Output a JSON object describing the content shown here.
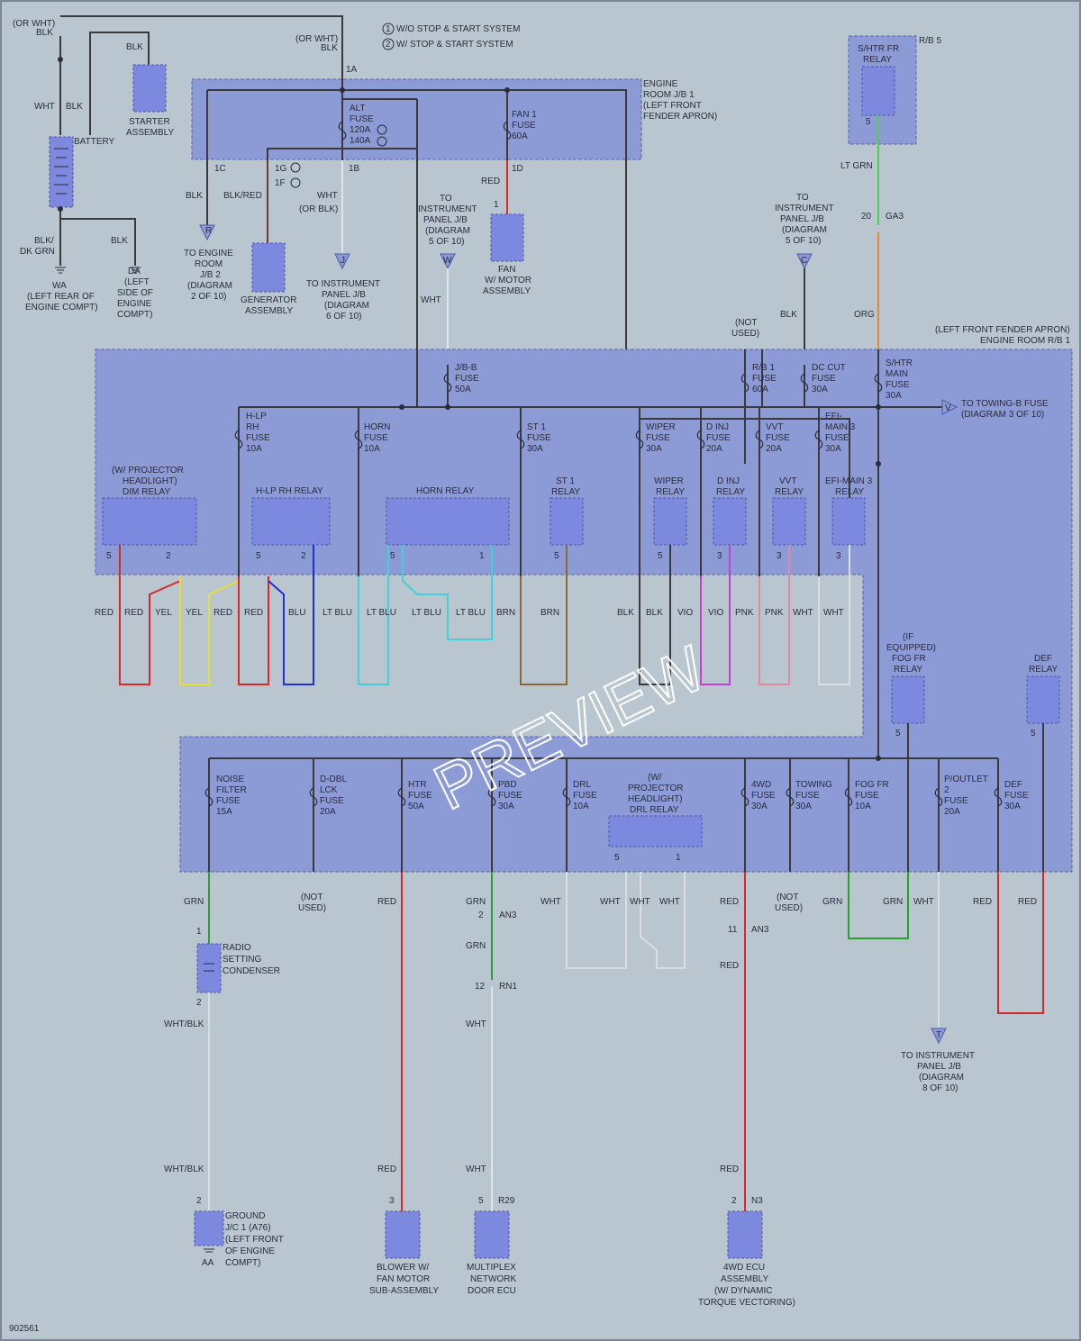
{
  "legend": {
    "opt1": "W/O STOP & START SYSTEM",
    "opt2": "W/ STOP & START SYSTEM"
  },
  "watermark": "PREVIEW",
  "doc_id": "902561",
  "top": {
    "or_wht_blk_left": [
      "(OR WHT)",
      "BLK"
    ],
    "or_wht_blk_mid": [
      "(OR WHT)",
      "BLK"
    ],
    "starter": [
      "STARTER",
      "ASSEMBLY"
    ],
    "battery": "BATTERY",
    "wht": "WHT",
    "blk": "BLK",
    "blk_dk_grn": [
      "BLK/",
      "DK GRN"
    ],
    "wa": [
      "WA",
      "(LEFT REAR OF",
      "ENGINE COMPT)"
    ],
    "da": [
      "DA",
      "(LEFT",
      "SIDE OF",
      "ENGINE",
      "COMPT)"
    ],
    "jb1_title": [
      "ENGINE",
      "ROOM J/B 1",
      "(LEFT FRONT",
      "FENDER APRON)"
    ],
    "alt_fuse": [
      "ALT",
      "FUSE",
      "120A",
      "140A"
    ],
    "fan1_fuse": [
      "FAN 1",
      "FUSE",
      "60A"
    ],
    "conn_1a": "1A",
    "conn_1c": "1C",
    "conn_1g": "1G",
    "conn_1f": "1F",
    "conn_1b": "1B",
    "conn_1d": "1D",
    "red": "RED",
    "blk_red": "BLK/RED",
    "wht_or_blk": [
      "WHT",
      "(OR BLK)"
    ],
    "to_engine_room": [
      "TO ENGINE",
      "ROOM",
      "J/B 2",
      "(DIAGRAM",
      "2 OF 10)"
    ],
    "generator": [
      "GENERATOR",
      "ASSEMBLY"
    ],
    "to_ip_jb_j": [
      "TO INSTRUMENT",
      "PANEL J/B",
      "(DIAGRAM",
      "6 OF 10)"
    ],
    "to_ip_jb_w": [
      "TO",
      "INSTRUMENT",
      "PANEL J/B",
      "(DIAGRAM",
      "5 OF 10)"
    ],
    "fan_motor": [
      "FAN",
      "W/ MOTOR",
      "ASSEMBLY"
    ],
    "pin1": "1",
    "shtr_relay": [
      "S/HTR FR",
      "RELAY"
    ],
    "rb5": "R/B 5",
    "lt_grn": "LT GRN",
    "ga3": "GA3",
    "pin20": "20",
    "to_ip_jb_c": [
      "TO",
      "INSTRUMENT",
      "PANEL J/B",
      "(DIAGRAM",
      "5 OF 10)"
    ],
    "org": "ORG",
    "not_used": [
      "(NOT",
      "USED)"
    ],
    "rb1_title": [
      "(LEFT FRONT FENDER APRON)",
      "ENGINE ROOM R/B 1"
    ]
  },
  "rb1": {
    "jbb_fuse": [
      "J/B-B",
      "FUSE",
      "50A"
    ],
    "rb1_fuse": [
      "R/B 1",
      "FUSE",
      "60A"
    ],
    "dccut_fuse": [
      "DC CUT",
      "FUSE",
      "30A"
    ],
    "shtr_fuse": [
      "S/HTR",
      "MAIN",
      "FUSE",
      "30A"
    ],
    "to_towing": [
      "TO TOWING-B FUSE",
      "(DIAGRAM 3 OF 10)"
    ],
    "hlp_fuse": [
      "H-LP",
      "RH",
      "FUSE",
      "10A"
    ],
    "horn_fuse": [
      "HORN",
      "FUSE",
      "10A"
    ],
    "st1_fuse": [
      "ST 1",
      "FUSE",
      "30A"
    ],
    "wiper_fuse": [
      "WIPER",
      "FUSE",
      "30A"
    ],
    "dinj_fuse": [
      "D INJ",
      "FUSE",
      "20A"
    ],
    "vvt_fuse": [
      "VVT",
      "FUSE",
      "20A"
    ],
    "efi_fuse": [
      "EFI-",
      "MAIN 3",
      "FUSE",
      "30A"
    ],
    "dim_relay": [
      "(W/ PROJECTOR",
      "HEADLIGHT)",
      "DIM RELAY"
    ],
    "hlp_relay": "H-LP RH RELAY",
    "horn_relay": "HORN RELAY",
    "st1_relay": [
      "ST 1",
      "RELAY"
    ],
    "wiper_relay": [
      "WIPER",
      "RELAY"
    ],
    "dinj_relay": [
      "D INJ",
      "RELAY"
    ],
    "vvt_relay": [
      "VVT",
      "RELAY"
    ],
    "efi_relay": [
      "EFI-MAIN 3",
      "RELAY"
    ],
    "wire_colors": [
      "RED",
      "RED",
      "YEL",
      "YEL",
      "RED",
      "RED",
      "BLU",
      "LT BLU",
      "LT BLU",
      "LT BLU",
      "LT BLU",
      "BRN",
      "BRN",
      "BLK",
      "BLK",
      "VIO",
      "VIO",
      "PNK",
      "PNK",
      "WHT",
      "WHT"
    ],
    "fog_relay": [
      "(IF",
      "EQUIPPED)",
      "FOG FR",
      "RELAY"
    ],
    "def_relay": [
      "DEF",
      "RELAY"
    ]
  },
  "lower": {
    "noise_fuse": [
      "NOISE",
      "FILTER",
      "FUSE",
      "15A"
    ],
    "ddbl_fuse": [
      "D-DBL",
      "LCK",
      "FUSE",
      "20A"
    ],
    "htr_fuse": [
      "HTR",
      "FUSE",
      "50A"
    ],
    "pbd_fuse": [
      "PBD",
      "FUSE",
      "30A"
    ],
    "drl_fuse": [
      "DRL",
      "FUSE",
      "10A"
    ],
    "drl_relay": [
      "(W/",
      "PROJECTOR",
      "HEADLIGHT)",
      "DRL RELAY"
    ],
    "4wd_fuse": [
      "4WD",
      "FUSE",
      "30A"
    ],
    "towing_fuse": [
      "TOWING",
      "FUSE",
      "30A"
    ],
    "fogfr_fuse": [
      "FOG FR",
      "FUSE",
      "10A"
    ],
    "poutlet_fuse": [
      "P/OUTLET",
      "2",
      "FUSE",
      "20A"
    ],
    "def_fuse": [
      "DEF",
      "FUSE",
      "30A"
    ],
    "grn": "GRN",
    "red": "RED",
    "wht": "WHT",
    "an3": "AN3",
    "rn1": "RN1",
    "radio": [
      "RADIO",
      "SETTING",
      "CONDENSER"
    ],
    "wht_blk": "WHT/BLK",
    "ground": [
      "GROUND",
      "J/C 1 (A76)",
      "(LEFT FRONT",
      "OF ENGINE",
      "COMPT)"
    ],
    "aa": "AA",
    "blower": [
      "BLOWER W/",
      "FAN MOTOR",
      "SUB-ASSEMBLY"
    ],
    "multiplex": [
      "MULTIPLEX",
      "NETWORK",
      "DOOR ECU"
    ],
    "r29": "R29",
    "n3": "N3",
    "4wd_ecu": [
      "4WD ECU",
      "ASSEMBLY",
      "(W/ DYNAMIC",
      "TORQUE VECTORING)"
    ],
    "to_ip_jb_t": [
      "TO INSTRUMENT",
      "PANEL J/B",
      "(DIAGRAM",
      "8 OF 10)"
    ]
  },
  "colors": {
    "red": "#d62a2a",
    "yel": "#e8e030",
    "blu": "#2230d0",
    "ltblu": "#40d0d8",
    "brn": "#8a6a30",
    "blk": "#3a3a3a",
    "vio": "#c040d8",
    "pnk": "#e08aa0",
    "wht": "#d8dde2",
    "grn": "#2aa030",
    "org": "#e08a30",
    "ltgrn": "#50d050"
  }
}
